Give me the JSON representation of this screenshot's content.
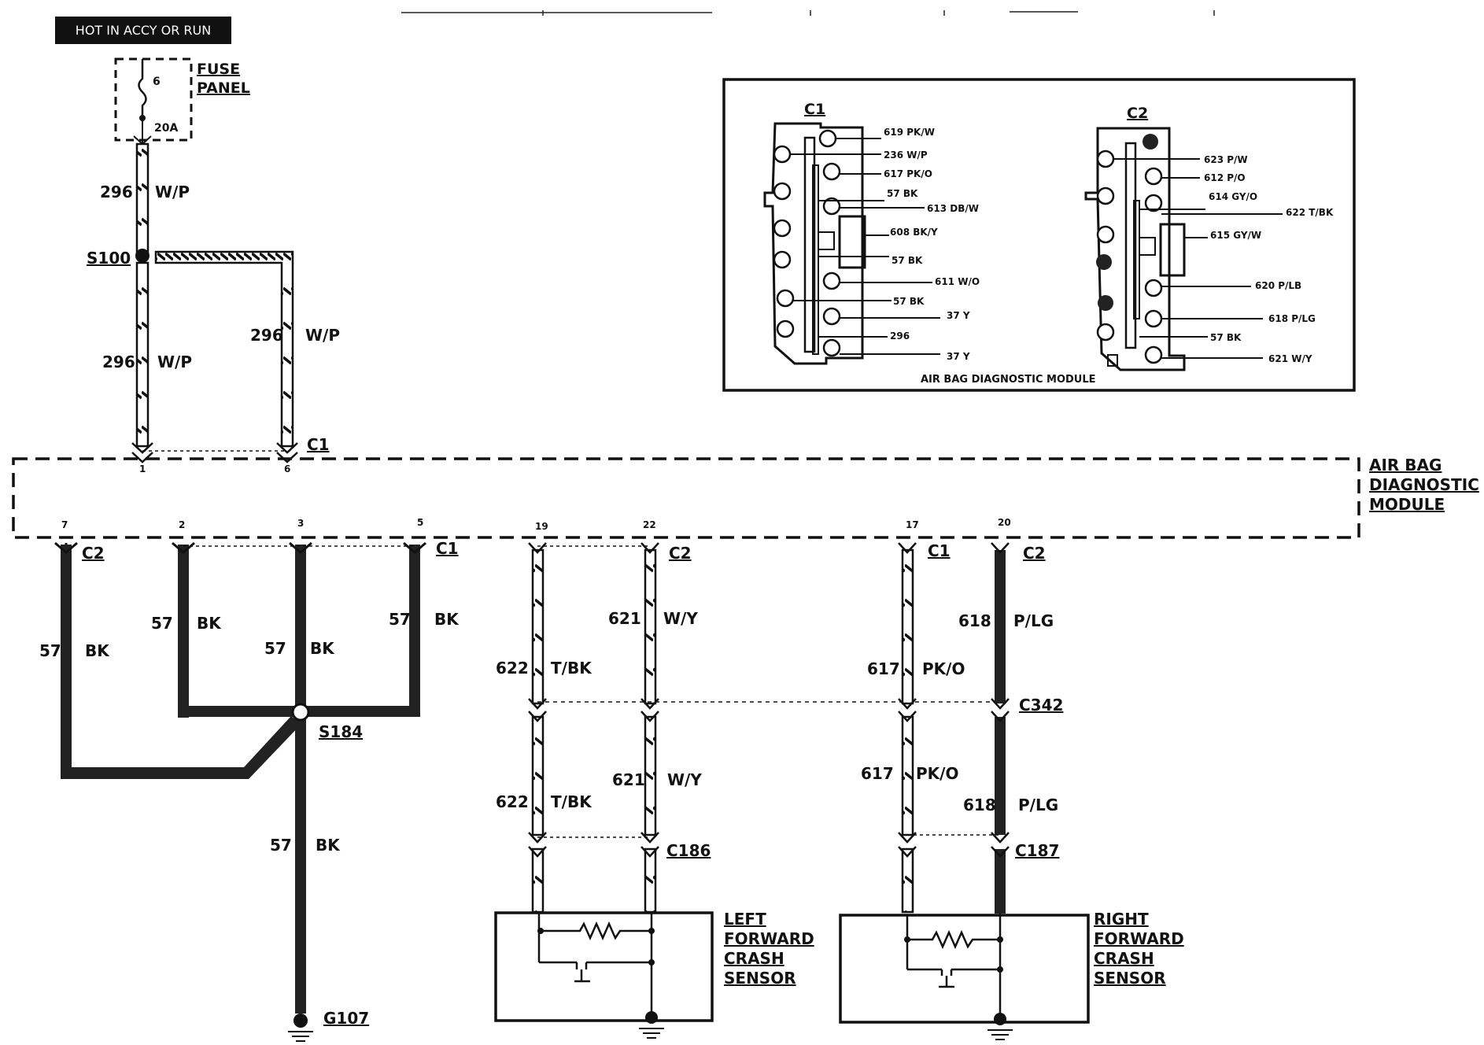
{
  "header": {
    "hot_label": "HOT IN ACCY OR RUN"
  },
  "fuse": {
    "number": "6",
    "rating": "20A",
    "label_line1": "FUSE",
    "label_line2": "PANEL"
  },
  "splices": {
    "s100": "S100",
    "s184": "S184",
    "g107": "G107"
  },
  "module": {
    "name_line1": "AIR BAG",
    "name_line2": "DIAGNOSTIC",
    "name_line3": "MODULE"
  },
  "connectors": {
    "c1": "C1",
    "c2": "C2",
    "c342": "C342",
    "c186": "C186",
    "c187": "C187"
  },
  "pins": {
    "p1": "1",
    "p6": "6",
    "p7": "7",
    "p2": "2",
    "p3": "3",
    "p5": "5",
    "p19": "19",
    "p22": "22",
    "p17": "17",
    "p20": "20"
  },
  "wires": {
    "w296": "296",
    "wp": "W/P",
    "w57": "57",
    "bk": "BK",
    "w622": "622",
    "tbk": "T/BK",
    "w621": "621",
    "wy": "W/Y",
    "w617": "617",
    "pko": "PK/O",
    "w618": "618",
    "plg": "P/LG"
  },
  "sensors": {
    "left": [
      "LEFT",
      "FORWARD",
      "CRASH",
      "SENSOR"
    ],
    "right": [
      "RIGHT",
      "FORWARD",
      "CRASH",
      "SENSOR"
    ]
  },
  "inset": {
    "title": "AIR BAG DIAGNOSTIC MODULE",
    "c1_label": "C1",
    "c2_label": "C2",
    "c1_pins": [
      "619 PK/W",
      "236 W/P",
      "617 PK/O",
      "57 BK",
      "613 DB/W",
      "608 BK/Y",
      "57 BK",
      "611 W/O",
      "57 BK",
      "37 Y",
      "296",
      "37 Y"
    ],
    "c2_pins": [
      "623 P/W",
      "612 P/O",
      "614 GY/O",
      "622 T/BK",
      "615 GY/W",
      "620 P/LB",
      "618 P/LG",
      "57 BK",
      "621 W/Y"
    ]
  }
}
